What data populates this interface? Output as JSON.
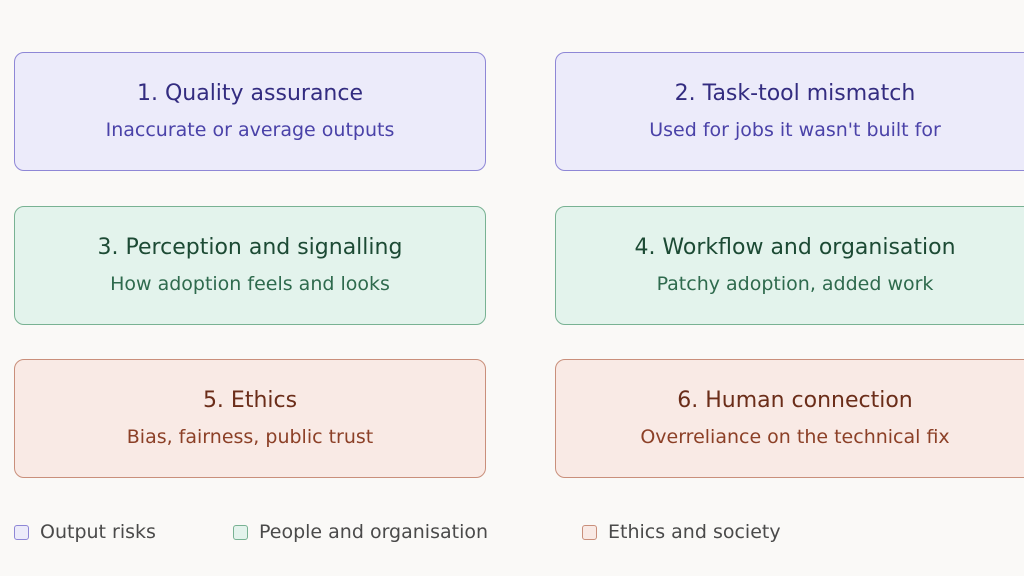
{
  "cards": [
    {
      "title": "1. Quality assurance",
      "desc": "Inaccurate or average outputs"
    },
    {
      "title": "2. Task-tool mismatch",
      "desc": "Used for jobs it wasn't built for"
    },
    {
      "title": "3. Perception and signalling",
      "desc": "How adoption feels and looks"
    },
    {
      "title": "4. Workflow and organisation",
      "desc": "Patchy adoption, added work"
    },
    {
      "title": "5. Ethics",
      "desc": "Bias, fairness, public trust"
    },
    {
      "title": "6. Human connection",
      "desc": "Overreliance on the technical fix"
    }
  ],
  "legend": [
    {
      "label": "Output risks",
      "color": "#8e87d6"
    },
    {
      "label": "People and organisation",
      "color": "#78b293"
    },
    {
      "label": "Ethics and society",
      "color": "#c98f7b"
    }
  ]
}
